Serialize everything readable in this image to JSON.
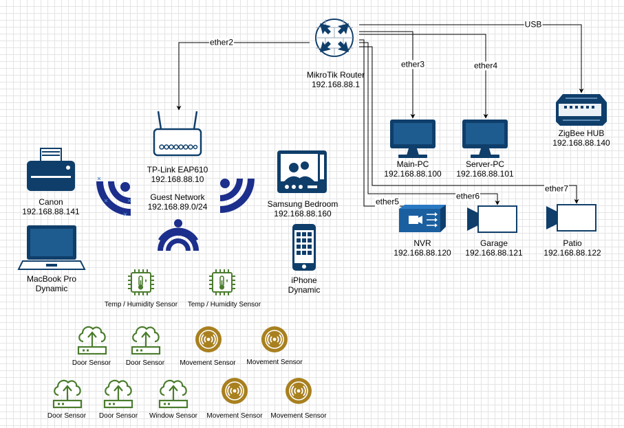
{
  "nodes": {
    "router": {
      "name": "MikroTik Router",
      "ip": "192.168.88.1"
    },
    "ap": {
      "name": "TP-Link EAP610",
      "ip": "192.168.88.10",
      "guest_name": "Guest Network",
      "guest_ip": "192.168.89.0/24"
    },
    "zigbee": {
      "name": "ZigBee HUB",
      "ip": "192.168.88.140"
    },
    "mainpc": {
      "name": "Main-PC",
      "ip": "192.168.88.100"
    },
    "serverpc": {
      "name": "Server-PC",
      "ip": "192.168.88.101"
    },
    "canon": {
      "name": "Canon",
      "ip": "192.168.88.141"
    },
    "macbook": {
      "name": "MacBook Pro",
      "ip": "Dynamic"
    },
    "samsung": {
      "name": "Samsung Bedroom",
      "ip": "192.168.88.160"
    },
    "iphone": {
      "name": "iPhone",
      "ip": "Dynamic"
    },
    "nvr": {
      "name": "NVR",
      "ip": "192.168.88.120"
    },
    "garage": {
      "name": "Garage",
      "ip": "192.168.88.121"
    },
    "patio": {
      "name": "Patio",
      "ip": "192.168.88.122"
    }
  },
  "sensors": {
    "temp1": "Temp / Humidity Sensor",
    "temp2": "Temp / Humidity Sensor",
    "door1": "Door Sensor",
    "door2": "Door Sensor",
    "door3": "Door Sensor",
    "door4": "Door Sensor",
    "window1": "Window Sensor",
    "move1": "Movement Sensor",
    "move2": "Movement Sensor",
    "move3": "Movement Sensor",
    "move4": "Movement Sensor"
  },
  "edges": {
    "ether2": "ether2",
    "ether3": "ether3",
    "ether4": "ether4",
    "ether5": "ether5",
    "ether6": "ether6",
    "ether7": "ether7",
    "usb": "USB"
  },
  "colors": {
    "navy": "#0f3e6a",
    "wifi": "#1c2f8c",
    "sensor_green": "#4a7c2d",
    "movement_gold": "#a8801f",
    "line": "#000000"
  },
  "icons": {
    "router": "router-icon",
    "access_point": "wireless-ap-icon",
    "hub": "usb-hub-icon",
    "monitor": "monitor-icon",
    "printer": "printer-icon",
    "laptop": "laptop-icon",
    "tv": "tv-icon",
    "phone": "smartphone-icon",
    "nvr": "nvr-icon",
    "camera": "security-camera-icon",
    "wifi": "wifi-signal-icon",
    "temp": "temperature-chip-icon",
    "door": "cloud-upload-icon",
    "movement": "motion-sensor-icon"
  }
}
